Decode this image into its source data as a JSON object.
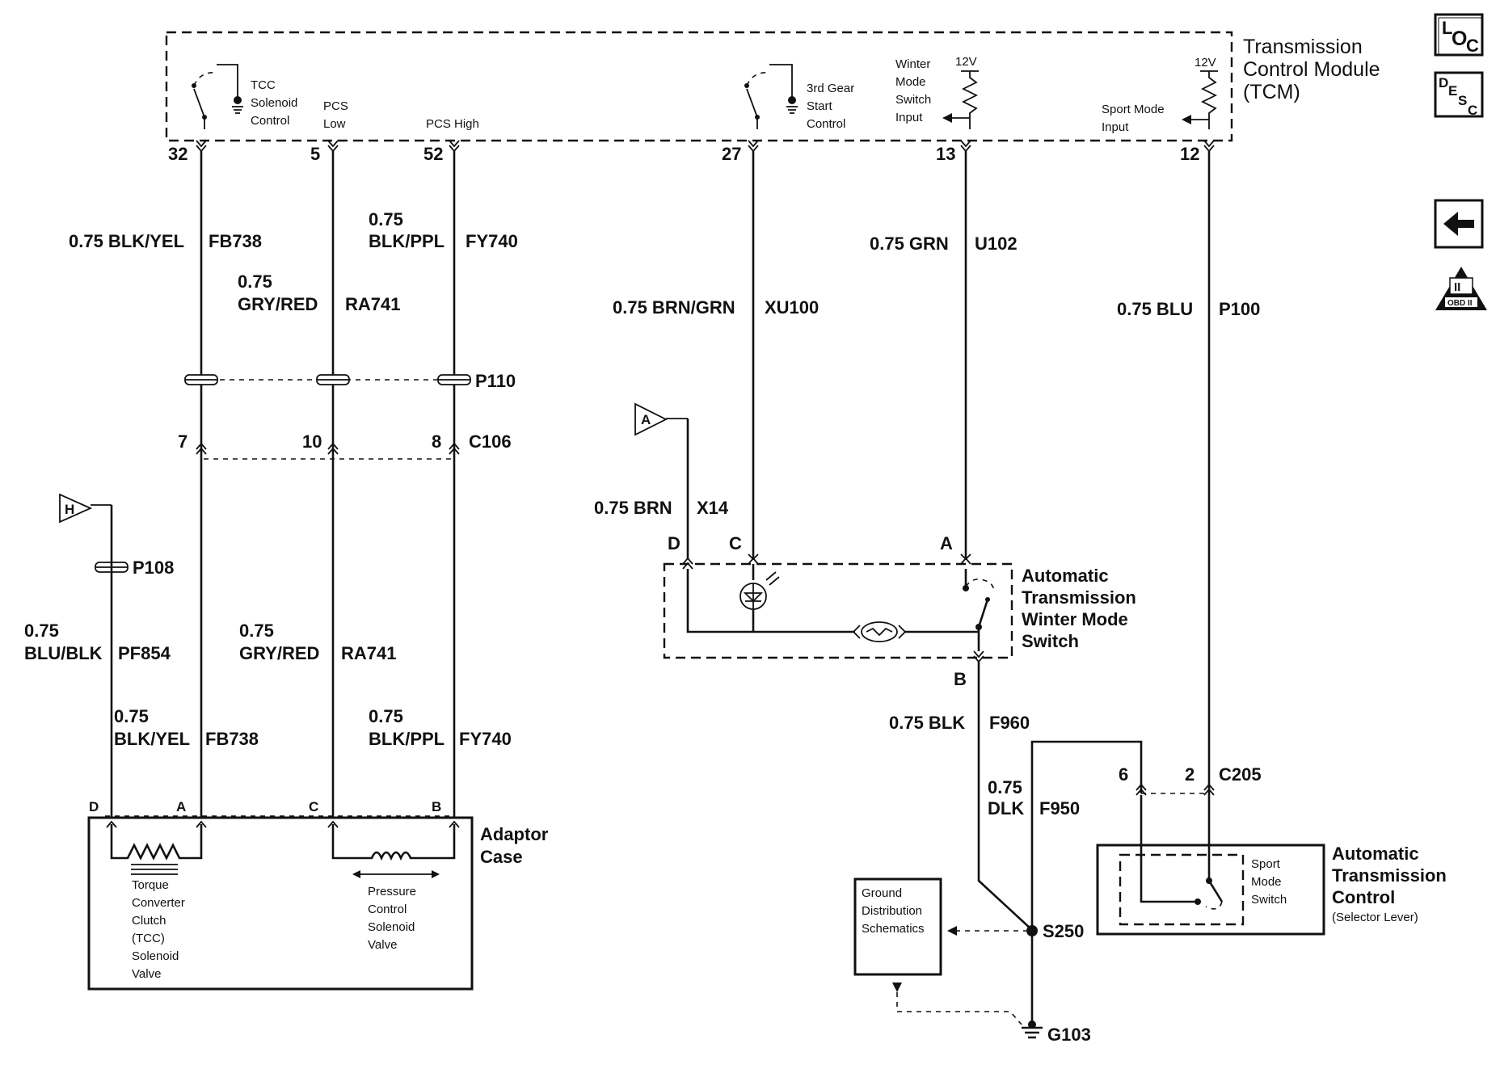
{
  "tcm": {
    "title_lines": [
      "Transmission",
      "Control Module",
      "(TCM)"
    ]
  },
  "tcm_internal": {
    "tcc_lines": [
      "TCC",
      "Solenoid",
      "Control"
    ],
    "pcs_low_lines": [
      "PCS",
      "Low"
    ],
    "pcs_high": "PCS High",
    "gear3_lines": [
      "3rd Gear",
      "Start",
      "Control"
    ],
    "winter_lines": [
      "Winter",
      "Mode",
      "Switch",
      "Input"
    ],
    "sport_lines": [
      "Sport Mode",
      "Input"
    ],
    "v12": "12V"
  },
  "pins": {
    "p32": "32",
    "p5": "5",
    "p52": "52",
    "p27": "27",
    "p13": "13",
    "p12": "12"
  },
  "wires": {
    "w32_gauge": "0.75 BLK/YEL",
    "w32_id": "FB738",
    "w5_gauge": "0.75",
    "w5_color": "GRY/RED",
    "w5_id": "RA741",
    "w52_gauge": "0.75",
    "w52_color": "BLK/PPL",
    "w52_id": "FY740",
    "w27_gauge": "0.75 BRN/GRN",
    "w27_id": "XU100",
    "w13_gauge": "0.75 GRN",
    "w13_id": "U102",
    "w12_gauge": "0.75 BLU",
    "w12_id": "P100",
    "wA_gauge": "0.75 BRN",
    "wA_id": "X14",
    "wH_gauge": "0.75",
    "wH_color": "BLU/BLK",
    "wH_id": "PF854",
    "wRA_gauge": "0.75",
    "wRA_color": "GRY/RED",
    "wRA_id": "RA741",
    "wFB_gauge": "0.75",
    "wFB_color": "BLK/YEL",
    "wFB_id": "FB738",
    "wFY_gauge": "0.75",
    "wFY_color": "BLK/PPL",
    "wFY_id": "FY740",
    "wB_gauge": "0.75 BLK",
    "wB_id": "F960",
    "wS_gauge": "0.75",
    "wS_color": "DLK",
    "wS_id": "F950"
  },
  "connectors": {
    "p110": "P110",
    "c106": "C106",
    "p108": "P108",
    "c205": "C205",
    "c106_pins": [
      "7",
      "10",
      "8"
    ],
    "c205_pins": [
      "6",
      "2"
    ]
  },
  "offpage": {
    "a": "A",
    "h": "H"
  },
  "winter_switch": {
    "title_lines": [
      "Automatic",
      "Transmission",
      "Winter Mode",
      "Switch"
    ],
    "pins": [
      "D",
      "C",
      "A",
      "B"
    ]
  },
  "adaptor": {
    "title_lines": [
      "Adaptor",
      "Case"
    ],
    "pins": [
      "D",
      "A",
      "C",
      "B"
    ],
    "tcc_valve_lines": [
      "Torque",
      "Converter",
      "Clutch",
      "(TCC)",
      "Solenoid",
      "Valve"
    ],
    "pcs_valve_lines": [
      "Pressure",
      "Control",
      "Solenoid",
      "Valve"
    ]
  },
  "selector": {
    "title_lines": [
      "Automatic",
      "Transmission",
      "Control",
      "(Selector Lever)"
    ],
    "switch_lines": [
      "Sport",
      "Mode",
      "Switch"
    ]
  },
  "ground": {
    "splice": "S250",
    "ground": "G103",
    "gds_lines": [
      "Ground",
      "Distribution",
      "Schematics"
    ]
  },
  "side_icons": {
    "loc": [
      "L",
      "O",
      "C"
    ],
    "desc": [
      "D",
      "E",
      "S",
      "C"
    ],
    "obd_top": "II",
    "obd_bottom": "OBD II",
    "back_icon": "arrow-left-icon"
  }
}
